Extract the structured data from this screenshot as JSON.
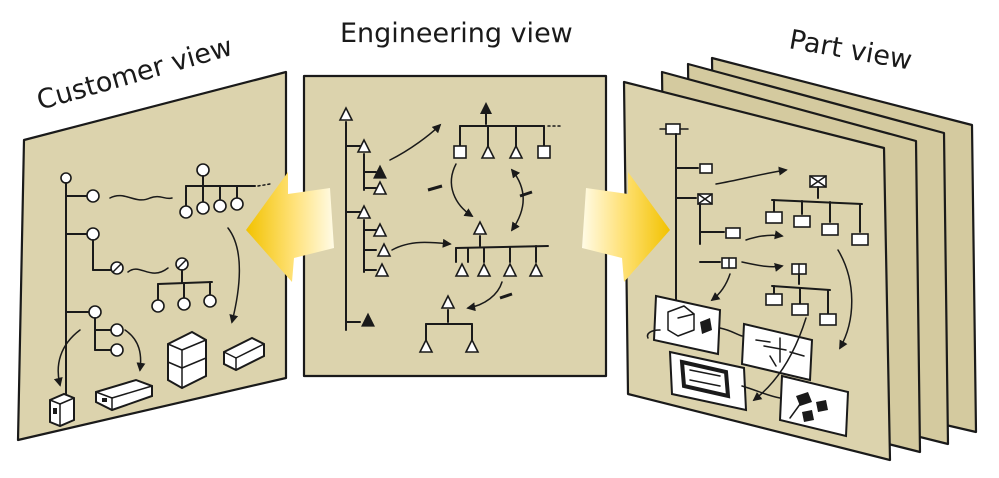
{
  "views": {
    "customer": {
      "title": "Customer view"
    },
    "engineering": {
      "title": "Engineering view"
    },
    "part": {
      "title": "Part view"
    }
  },
  "colors": {
    "paper": "#dcd3ad",
    "paper_back": "#d4ca9f",
    "ink": "#1a1a1a",
    "arrow_light": "#fff6c8",
    "arrow_dark": "#f2c200"
  },
  "icons": {
    "left_arrow": "arrow-left-icon",
    "right_arrow": "arrow-right-icon"
  }
}
